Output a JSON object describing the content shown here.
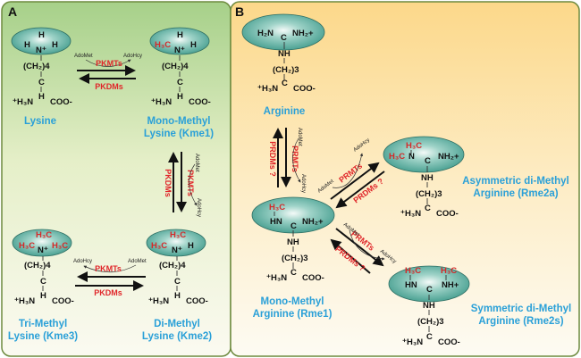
{
  "panels": {
    "A": {
      "label": "A",
      "bg_top": "#a9d28c",
      "bg_bottom": "#fbfaf0",
      "border": "#6a8a3a"
    },
    "B": {
      "label": "B",
      "bg_top": "#fcd98c",
      "bg_bottom": "#fdfbf2",
      "border": "#6a8a3a"
    }
  },
  "colors": {
    "ellipse": "#4aa89a",
    "enzyme": "#e0262a",
    "name": "#2aa0d8",
    "methyl": "#d42a2a"
  },
  "common": {
    "ch2_4": "(CH₂)4",
    "ch2_3": "(CH₂)3",
    "c": "C",
    "h": "H",
    "h3n": "⁺H₃N",
    "coo": "COO-",
    "nplus": "N⁺",
    "h3c": "H₃C",
    "nh": "NH",
    "hn": "HN",
    "nh2plus": "NH₂+",
    "h2n": "H₂N",
    "nhplus": "NH+",
    "n": "N"
  },
  "lysine": {
    "k0": {
      "name1": "Lysine",
      "name2": ""
    },
    "k1": {
      "name1": "Mono-Methyl",
      "name2": "Lysine (Kme1)"
    },
    "k2": {
      "name1": "Di-Methyl",
      "name2": "Lysine (Kme2)"
    },
    "k3": {
      "name1": "Tri-Methyl",
      "name2": "Lysine (Kme3)"
    }
  },
  "arginine": {
    "r0": {
      "name1": "Arginine"
    },
    "r1": {
      "name1": "Mono-Methyl",
      "name2": "Arginine (Rme1)"
    },
    "r2a": {
      "name1": "Asymmetric di-Methyl",
      "name2": "Arginine (Rme2a)"
    },
    "r2s": {
      "name1": "Symmetric di-Methyl",
      "name2": "Arginine (Rme2s)"
    }
  },
  "reactions": {
    "forward_lys": "PKMTs",
    "reverse_lys": "PKDMs",
    "forward_arg": "PRMTs",
    "reverse_arg": "PRDMs ?",
    "donor": "AdoMet",
    "product": "AdoHcy"
  }
}
